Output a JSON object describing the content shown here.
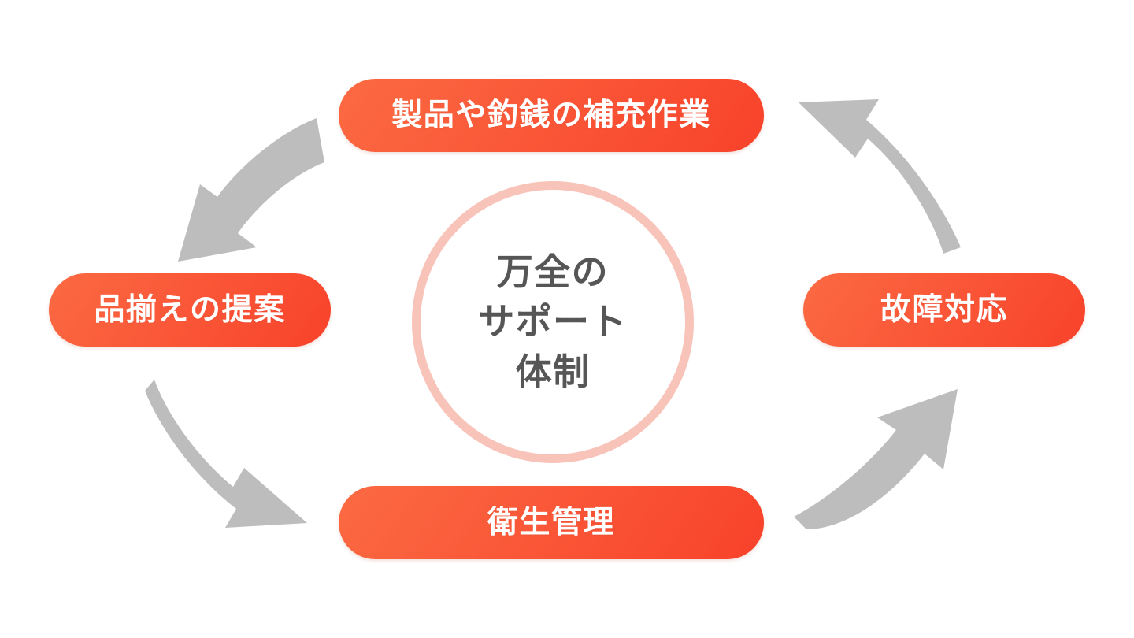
{
  "diagram": {
    "title": "万全のサポート体制",
    "center": {
      "lines": [
        "万全の",
        "サポート",
        "体制"
      ],
      "text_color": "#565656",
      "ring_color": "#f8c3b9"
    },
    "nodes": [
      {
        "id": "top",
        "label": "製品や釣銭の補充作業",
        "position": "top"
      },
      {
        "id": "left",
        "label": "品揃えの提案",
        "position": "left"
      },
      {
        "id": "bottom",
        "label": "衛生管理",
        "position": "bottom"
      },
      {
        "id": "right",
        "label": "故障対応",
        "position": "right"
      }
    ],
    "arrows": [
      {
        "id": "top-to-left",
        "icon": "curved-arrow-down-left",
        "from": "top",
        "to": "left",
        "direction": "down-left"
      },
      {
        "id": "left-to-bottom",
        "icon": "curved-arrow-down-right",
        "from": "left",
        "to": "bottom",
        "direction": "down-right"
      },
      {
        "id": "bottom-to-right",
        "icon": "curved-arrow-up-right",
        "from": "bottom",
        "to": "right",
        "direction": "up-right"
      },
      {
        "id": "right-to-top",
        "icon": "curved-arrow-up-left",
        "from": "right",
        "to": "top",
        "direction": "up-left"
      }
    ],
    "colors": {
      "pill_gradient_start": "#fb6a42",
      "pill_gradient_end": "#f8422a",
      "pill_text": "#ffffff",
      "arrow_gray": "#bdbdbd",
      "background": "#ffffff"
    },
    "flow_direction": "counter-clockwise"
  }
}
